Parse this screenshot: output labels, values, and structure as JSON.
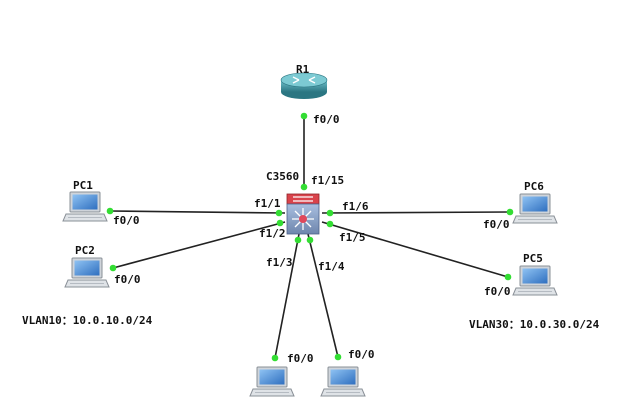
{
  "diagram": {
    "router": {
      "name": "R1",
      "port": "f0/0"
    },
    "switch": {
      "name": "C3560"
    },
    "links": [
      {
        "host": "R1",
        "switch_port": "f1/15",
        "host_port": "f0/0"
      },
      {
        "host": "PC1",
        "switch_port": "f1/1",
        "host_port": "f0/0"
      },
      {
        "host": "PC2",
        "switch_port": "f1/2",
        "host_port": "f0/0"
      },
      {
        "host": "",
        "switch_port": "f1/3",
        "host_port": "f0/0"
      },
      {
        "host": "",
        "switch_port": "f1/4",
        "host_port": "f0/0"
      },
      {
        "host": "PC5",
        "switch_port": "f1/5",
        "host_port": "f0/0"
      },
      {
        "host": "PC6",
        "switch_port": "f1/6",
        "host_port": "f0/0"
      }
    ],
    "pcs": [
      {
        "name": "PC1"
      },
      {
        "name": "PC2"
      },
      {
        "name": "PC5"
      },
      {
        "name": "PC6"
      }
    ],
    "notes": {
      "vlan10": "VLAN10：10.0.10.0/24",
      "vlan30": "VLAN30：10.0.30.0/24"
    },
    "colors": {
      "link": "#222222",
      "port_dot": "#33dd33",
      "router": "#3a8d99",
      "switch_top": "#d9434b",
      "switch_body": "#8aa2c6",
      "pc_screen": "#4b8fd8"
    }
  }
}
